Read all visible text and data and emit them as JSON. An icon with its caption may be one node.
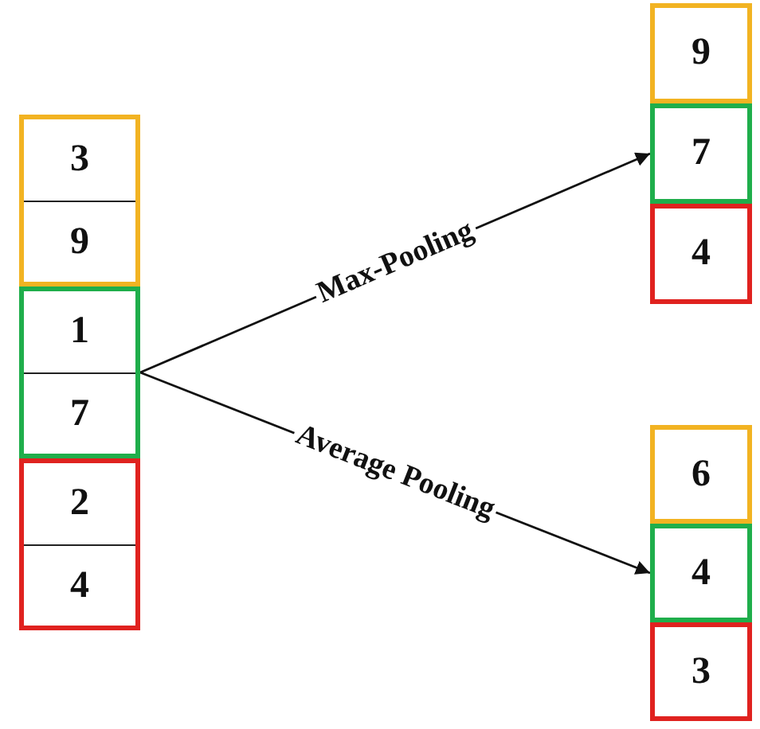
{
  "diagram": {
    "nodes": [
      {
        "text": [],
        "shape": "box"
      },
      {
        "text": [
          "3"
        ],
        "in": 0
      },
      {
        "text": [
          "9"
        ],
        "in": 0
      },
      {
        "text": [],
        "shape": "box"
      },
      {
        "text": [
          "1"
        ],
        "in": 3
      },
      {
        "text": [
          "7"
        ],
        "in": 3
      },
      {
        "text": [],
        "shape": "box"
      },
      {
        "text": [
          "2"
        ],
        "in": 6
      },
      {
        "text": [
          "4"
        ],
        "in": 6
      },
      {
        "text": [
          "9"
        ]
      },
      {
        "text": [
          "7"
        ]
      },
      {
        "text": [
          "4"
        ]
      },
      {
        "text": [
          "6"
        ]
      },
      {
        "text": [
          "4"
        ]
      },
      {
        "text": [
          "3"
        ]
      }
    ],
    "edges": [
      {
        "from": 3,
        "to": 10,
        "arrow": "to",
        "label": "Max-Pooling"
      },
      {
        "from": 3,
        "to": 13,
        "arrow": "to",
        "label": "Average Pooling"
      }
    ]
  }
}
